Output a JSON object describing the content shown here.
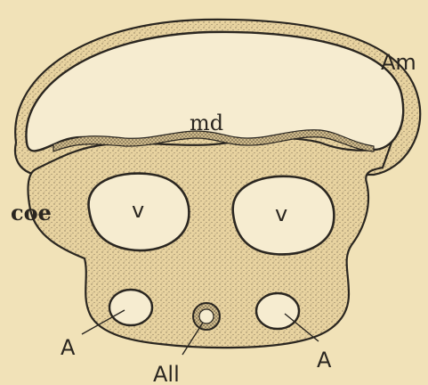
{
  "figure": {
    "labels": {
      "amnion": "Am",
      "medullary": "md",
      "coelom": "coe",
      "vein_left": "v",
      "vein_right": "v",
      "aorta_left": "A",
      "aorta_right": "A",
      "allantois": "All"
    },
    "colors": {
      "background": "#f1e2b8",
      "tissue": "#e8d3a0",
      "stipple": "#8a7a5c",
      "line": "#2a2620",
      "cavity": "#f6ecd0"
    }
  }
}
